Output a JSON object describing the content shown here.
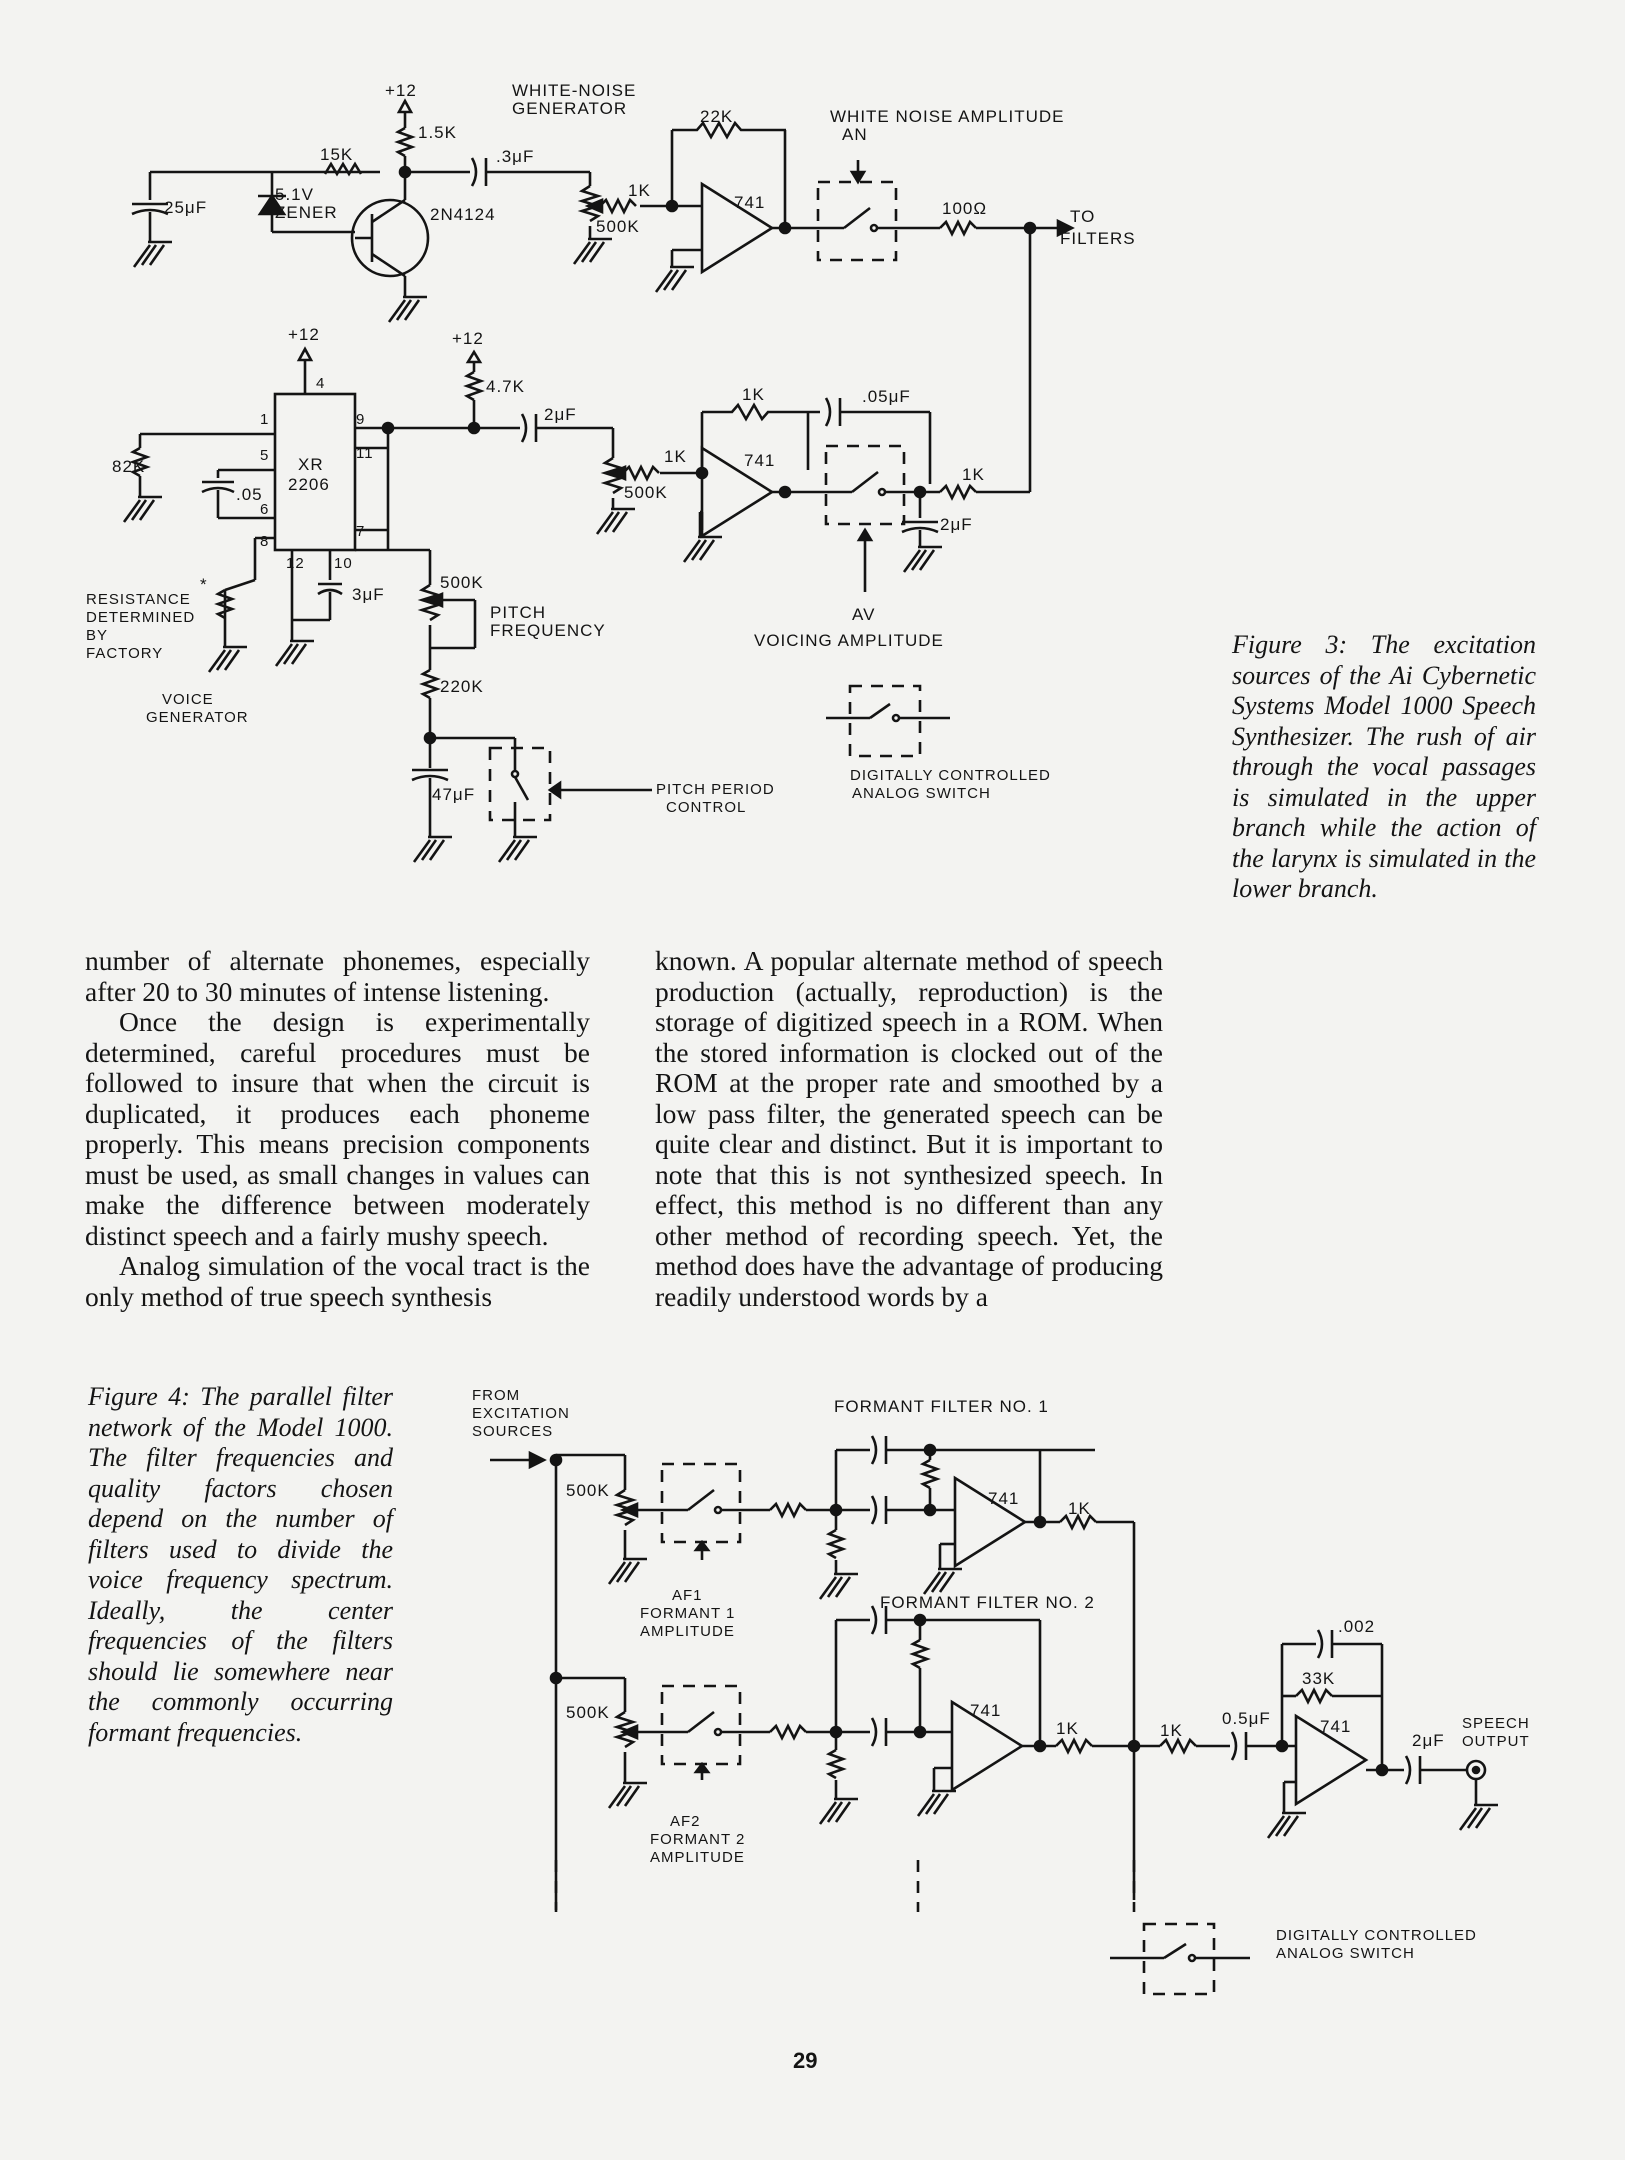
{
  "figure3": {
    "caption": "Figure 3: The excitation sources of the Ai Cybernetic Systems Model 1000 Speech Synthesizer. The rush of air through the vocal passages is simulated in the upper branch while the action of the larynx is simulated in the lower branch.",
    "labels": {
      "supply_top": "+12",
      "r_15k_top": "1.5K",
      "white_noise_gen": "WHITE-NOISE",
      "white_noise_gen2": "GENERATOR",
      "cap_25uf": "25μF",
      "r_15k": "15K",
      "zener": "5.1V",
      "zener2": "ZENER",
      "cap_3uf_top": ".3μF",
      "transistor": "2N4124",
      "r_22k": "22K",
      "r_1k_a": "1K",
      "pot_500k_a": "500K",
      "opamp_a": "741",
      "wn_amp": "WHITE NOISE AMPLITUDE",
      "wn_amp2": "AN",
      "r_100ohm": "100Ω",
      "to": "TO",
      "filters": "FILTERS",
      "supply_a": "+12",
      "supply_b": "+12",
      "r_47k": "4.7K",
      "cap_2uf": "2μF",
      "r_1k_b": "1K",
      "cap_05uf": ".05μF",
      "r_82k": "82K",
      "cap_05": ".05",
      "chip": "XR",
      "chip2": "2206",
      "r_1k_c": "1K",
      "pot_500k_b": "500K",
      "opamp_b": "741",
      "r_1k_d": "1K",
      "cap_2uf_b": "2μF",
      "pin4": "4",
      "pin9": "9",
      "pin1": "1",
      "pin11": "11",
      "pin5": "5",
      "pin6": "6",
      "pin7": "7",
      "pin8": "8",
      "pin12": "12",
      "pin10": "10",
      "cap_3uf": "3μF",
      "res_det": "RESISTANCE",
      "res_det2": "DETERMINED",
      "res_det3": "BY",
      "res_det4": "FACTORY",
      "star": "*",
      "pot_500k_c": "500K",
      "pitch": "PITCH",
      "pitch2": "FREQUENCY",
      "av": "AV",
      "av2": "VOICING AMPLITUDE",
      "voice": "VOICE",
      "voice2": "GENERATOR",
      "r_220k": "220K",
      "dcas": "DIGITALLY CONTROLLED",
      "dcas2": "ANALOG SWITCH",
      "cap_47uf": "47μF",
      "ppc": "PITCH PERIOD",
      "ppc2": "CONTROL"
    }
  },
  "article": {
    "col1": [
      "number of alternate phonemes, especially after 20 to 30 minutes of intense listening.",
      "Once the design is experimentally determined, careful procedures must be followed to insure that when the circuit is duplicated, it produces each phoneme properly. This means precision components must be used, as small changes in values can make the difference between moderately distinct speech and a fairly mushy speech.",
      "Analog simulation of the vocal tract is the only method of true speech synthesis"
    ],
    "col2": "known. A popular alternate method of speech production (actually, reproduction) is the storage of digitized speech in a ROM. When the stored information is clocked out of the ROM at the proper rate and smoothed by a low pass filter, the generated speech can be quite clear and distinct. But it is important to note that this is not synthesized speech. In effect, this method is no different than any other method of recording speech. Yet, the method does have the advantage of producing readily understood words by a"
  },
  "figure4": {
    "caption": "Figure 4: The parallel filter network of the Model 1000. The filter frequencies and quality factors chosen depend on the number of filters used to divide the voice frequency spectrum. Ideally, the center frequencies of the filters should lie somewhere near the commonly occurring formant frequencies.",
    "labels": {
      "from": "FROM",
      "from2": "EXCITATION",
      "from3": "SOURCES",
      "ff1": "FORMANT FILTER NO. 1",
      "pot1": "500K",
      "opamp1": "741",
      "r1": "1K",
      "af1": "AF1",
      "af1b": "FORMANT 1",
      "af1c": "AMPLITUDE",
      "ff2": "FORMANT FILTER NO. 2",
      "cap002": ".002",
      "r33k": "33K",
      "pot2": "500K",
      "opamp2": "741",
      "r2": "1K",
      "r3": "1K",
      "cap05": "0.5μF",
      "opamp3": "741",
      "speech": "SPEECH",
      "speech2": "OUTPUT",
      "cap2": "2μF",
      "af2": "AF2",
      "af2b": "FORMANT 2",
      "af2c": "AMPLITUDE",
      "dcas": "DIGITALLY CONTROLLED",
      "dcas2": "ANALOG SWITCH"
    }
  },
  "page_number": "29"
}
